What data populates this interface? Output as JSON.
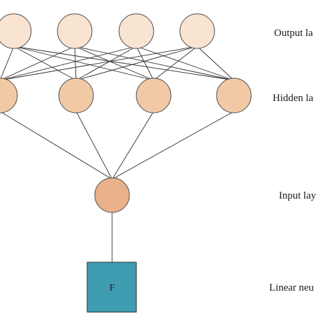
{
  "layers": {
    "output": {
      "label": "Output la",
      "node_count": 4
    },
    "hidden": {
      "label": "Hidden la",
      "node_count": 4
    },
    "input": {
      "label": "Input lay",
      "node_count": 1
    },
    "linear": {
      "label": "Linear neu",
      "box_text": "F"
    }
  },
  "connections": {
    "output_hidden": "fully-connected",
    "hidden_input": "fan-in",
    "input_linear": "single"
  },
  "colors": {
    "output_node": "#f9e3d1",
    "hidden_node": "#f1c9a5",
    "input_node": "#e9b18a",
    "linear_box": "#3e9db1",
    "edge": "#2b2b2b"
  }
}
